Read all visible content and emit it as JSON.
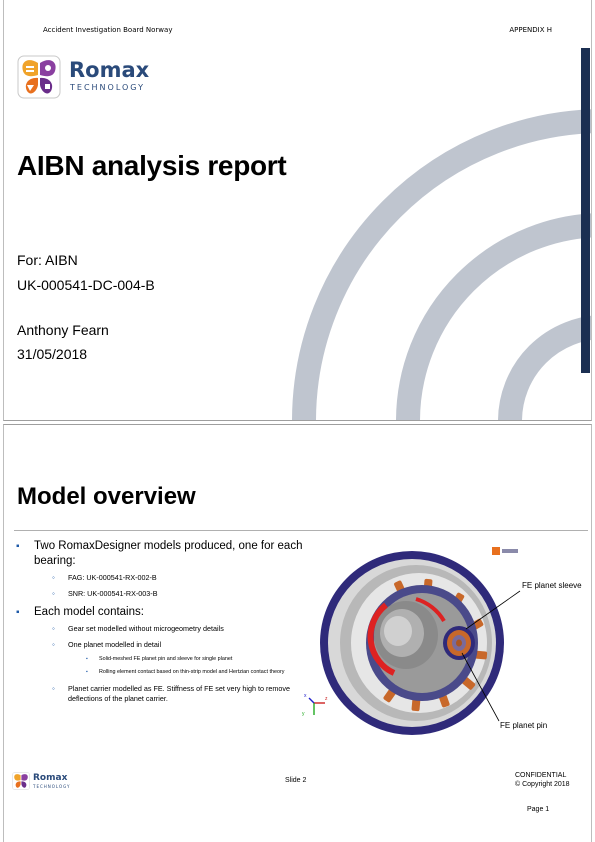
{
  "page_header": {
    "left": "Accident Investigation Board Norway",
    "right": "APPENDIX H"
  },
  "logo": {
    "name": "Romax",
    "tagline": "TECHNOLOGY"
  },
  "slide1": {
    "title": "AIBN analysis report",
    "for_line": "For: AIBN",
    "doc_number": "UK-000541-DC-004-B",
    "author": "Anthony Fearn",
    "date": "31/05/2018",
    "colors": {
      "arc": "#bfc5cf",
      "bar": "#1b2f52"
    }
  },
  "slide2": {
    "title": "Model overview",
    "bullets": [
      {
        "text": "Two RomaxDesigner models produced, one for each bearing:",
        "sub": [
          {
            "text": "FAG: UK-000541-RX-002-B"
          },
          {
            "text": "SNR: UK-000541-RX-003-B"
          }
        ]
      },
      {
        "text": "Each model contains:",
        "sub": [
          {
            "text": "Gear set modelled without microgeometry details"
          },
          {
            "text": "One planet modelled in detail",
            "subsub": [
              "Solid-meshed FE planet pin and sleeve for single planet",
              "Rolling element contact based on thin-strip model and Hertzian contact theory"
            ]
          },
          {
            "text": "Planet carrier modelled as FE. Stiffness of FE set very high to remove deflections of the planet carrier."
          }
        ]
      }
    ],
    "figure_labels": {
      "sleeve": "FE planet sleeve",
      "pin": "FE planet pin",
      "axis_x": "x",
      "axis_z": "z",
      "axis_y": "y"
    },
    "footer": {
      "slide_no": "Slide 2",
      "confidential": "CONFIDENTIAL",
      "copyright": "© Copyright 2018",
      "page": "Page 1"
    }
  }
}
